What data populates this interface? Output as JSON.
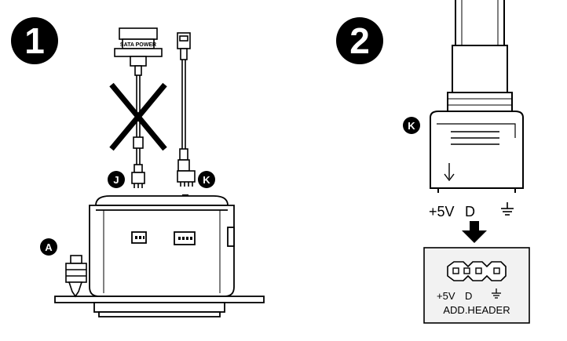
{
  "steps": {
    "step1": {
      "number": "1"
    },
    "step2": {
      "number": "2"
    }
  },
  "callouts": {
    "a": "A",
    "j": "J",
    "k_step1": "K",
    "k_step2": "K"
  },
  "connectors": {
    "sata_label": "SATA POWER"
  },
  "pin_labels": {
    "plus5v": "+5V",
    "d": "D"
  },
  "header_panel": {
    "plus5v": "+5V",
    "d": "D",
    "title": "ADD.HEADER"
  },
  "icons": {
    "ground": "ground-symbol-icon",
    "forbidden": "x-cross-icon",
    "arrow": "down-arrow-icon"
  },
  "colors": {
    "ink": "#000000",
    "background": "#ffffff",
    "panel_fill": "#f2f2f2"
  }
}
